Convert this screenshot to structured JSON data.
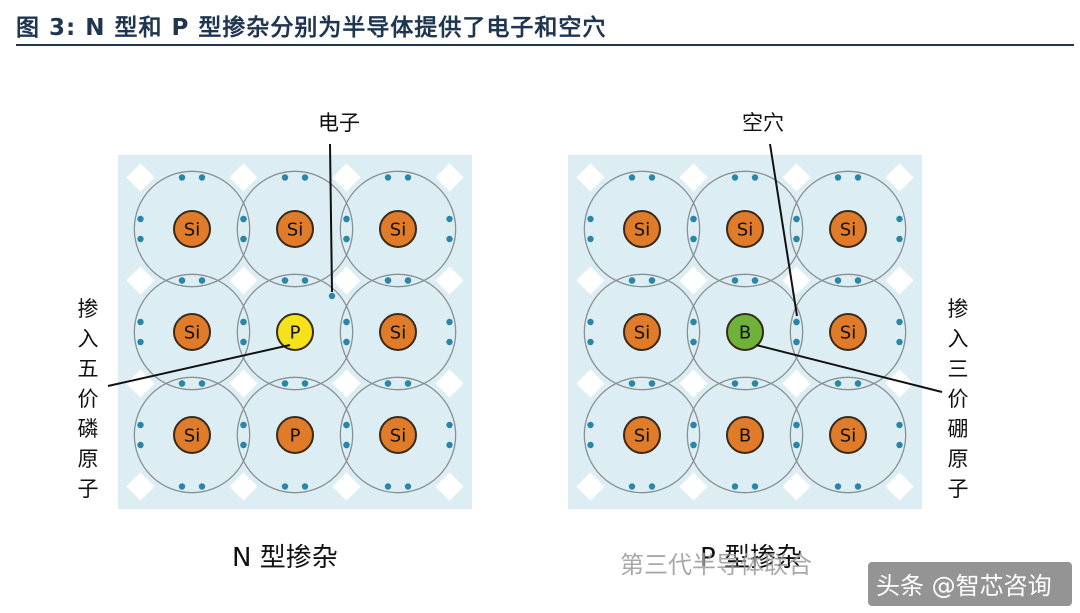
{
  "figure": {
    "title": "图 3:  N 型和 P 型掺杂分别为半导体提供了电子和空穴"
  },
  "panels": [
    {
      "caption": "N 型掺杂",
      "callout_top": "电子",
      "side_label": [
        "掺",
        "入",
        "五",
        "价",
        "磷",
        "原",
        "子"
      ],
      "atoms": [
        [
          "Si",
          "Si",
          "Si"
        ],
        [
          "Si",
          "P",
          "Si"
        ],
        [
          "Si",
          "P",
          "Si"
        ]
      ]
    },
    {
      "caption": "P 型掺杂",
      "callout_top": "空穴",
      "side_label": [
        "掺",
        "入",
        "三",
        "价",
        "硼",
        "原",
        "子"
      ],
      "atoms": [
        [
          "Si",
          "Si",
          "Si"
        ],
        [
          "Si",
          "B",
          "Si"
        ],
        [
          "Si",
          "B",
          "Si"
        ]
      ]
    }
  ],
  "colors": {
    "si": "#e07b2a",
    "p_dopant": "#f4e21a",
    "b_dopant": "#6fb23a",
    "cell_bg": "#dceef4",
    "dot": "#2a86a8"
  },
  "watermark": {
    "source": "第三代半导体联合",
    "badge": "头条 @智芯咨询"
  }
}
